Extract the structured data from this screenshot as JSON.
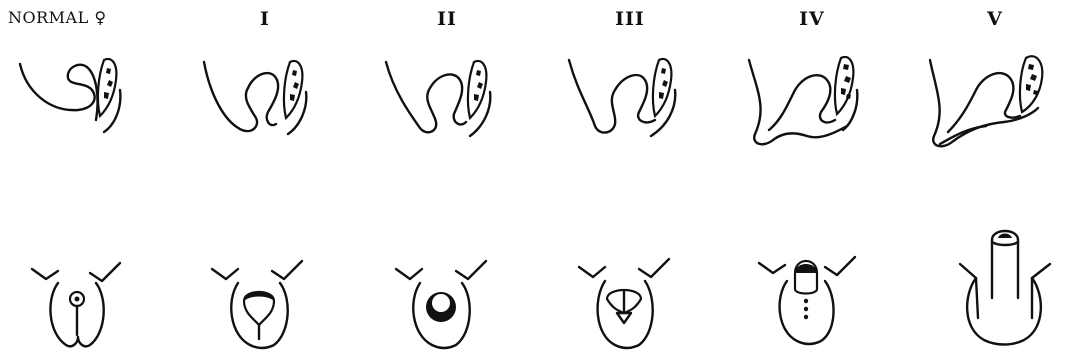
{
  "stages": [
    {
      "label": "NORMAL ♀"
    },
    {
      "label": "I"
    },
    {
      "label": "II"
    },
    {
      "label": "III"
    },
    {
      "label": "IV"
    },
    {
      "label": "V"
    }
  ]
}
